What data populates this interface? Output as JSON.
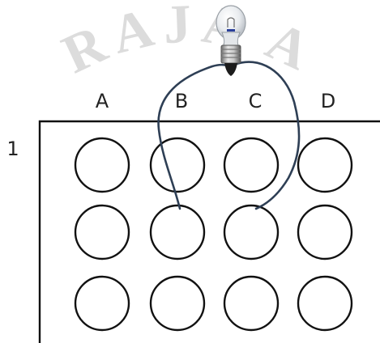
{
  "watermark": {
    "text": "RAJA A"
  },
  "columns": [
    "A",
    "B",
    "C",
    "D"
  ],
  "rows": [
    "1"
  ],
  "grid": {
    "rows": 3,
    "cols": 4
  },
  "bulb": {
    "icon": "light-bulb-icon"
  },
  "wire": {
    "from_well": "B2",
    "to_well": "C2",
    "color": "#2e3f55"
  }
}
